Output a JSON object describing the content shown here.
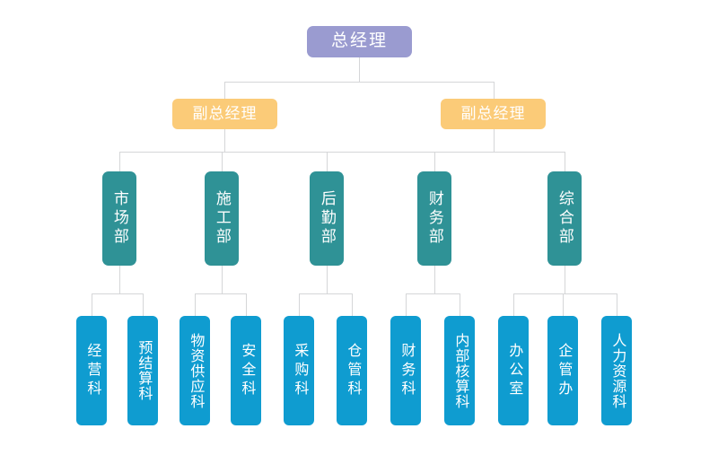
{
  "chart_title": "",
  "colors": {
    "background": "#ffffff",
    "connector": "#d5d6d8",
    "level0": "#9a9bd0",
    "level1": "#fbcb78",
    "level2": "#2f9296",
    "level3": "#0f9cd0",
    "text": "#ffffff"
  },
  "org": {
    "root": {
      "label": "总经理",
      "name": "general-manager"
    },
    "deputies": [
      {
        "label": "副总经理",
        "name": "deputy-general-manager-left"
      },
      {
        "label": "副总经理",
        "name": "deputy-general-manager-right"
      }
    ],
    "departments": [
      {
        "label": "市场部",
        "name": "marketing-department"
      },
      {
        "label": "施工部",
        "name": "construction-department"
      },
      {
        "label": "后勤部",
        "name": "logistics-department"
      },
      {
        "label": "财务部",
        "name": "finance-department"
      },
      {
        "label": "综合部",
        "name": "general-affairs-department"
      }
    ],
    "sections": [
      {
        "label": "经营科",
        "name": "operations-section",
        "parent": "市场部"
      },
      {
        "label": "预结算科",
        "name": "budget-settlement-section",
        "parent": "市场部"
      },
      {
        "label": "物资供应科",
        "name": "material-supply-section",
        "parent": "施工部"
      },
      {
        "label": "安全科",
        "name": "safety-section",
        "parent": "施工部"
      },
      {
        "label": "采购科",
        "name": "procurement-section",
        "parent": "后勤部"
      },
      {
        "label": "仓管科",
        "name": "warehouse-section",
        "parent": "后勤部"
      },
      {
        "label": "财务科",
        "name": "finance-section",
        "parent": "财务部"
      },
      {
        "label": "内部核算科",
        "name": "internal-accounting-section",
        "parent": "财务部"
      },
      {
        "label": "办公室",
        "name": "office-section",
        "parent": "综合部"
      },
      {
        "label": "企管办",
        "name": "enterprise-management-office",
        "parent": "综合部"
      },
      {
        "label": "人力资源科",
        "name": "human-resources-section",
        "parent": "综合部"
      }
    ]
  }
}
